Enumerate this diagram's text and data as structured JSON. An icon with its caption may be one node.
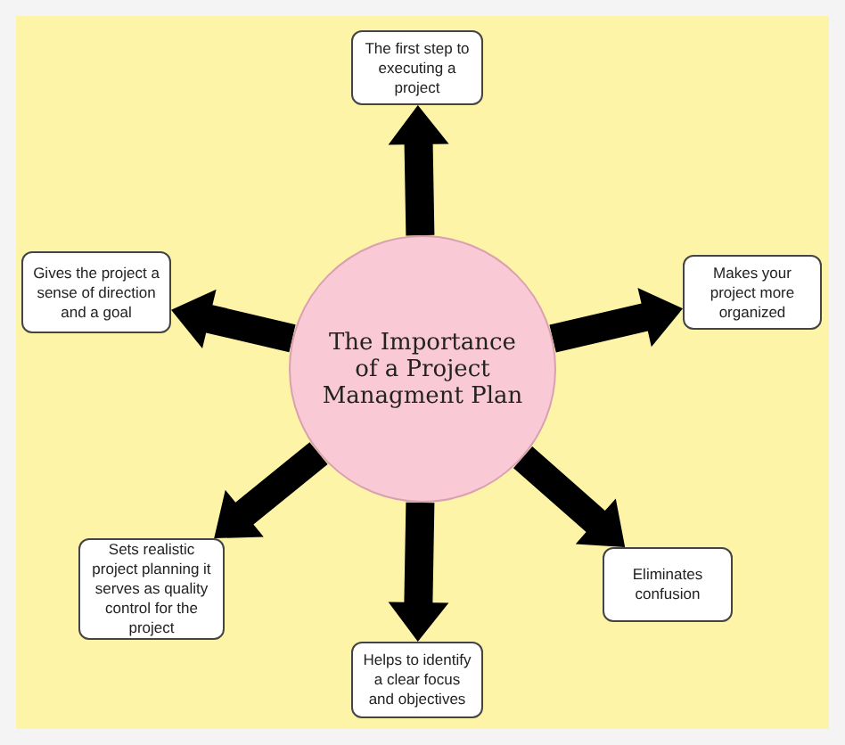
{
  "diagram": {
    "nodes": [
      {
        "text": [
          "The first step to executing a project"
        ]
      },
      {
        "text": [
          "Gives the project a sense of direction and a goal"
        ]
      },
      {
        "text": [
          "The Importance of a Project Managment Plan"
        ]
      },
      {
        "text": [
          "Makes your project more organized"
        ]
      },
      {
        "text": [
          "Sets realistic project planning it serves as quality control for the project"
        ]
      },
      {
        "text": [
          "Eliminates confusion"
        ]
      },
      {
        "text": [
          "Helps to identify a clear focus and objectives"
        ]
      }
    ],
    "edges": [
      {
        "from": 2,
        "to": 0,
        "arrow": "to",
        "style": "thick"
      },
      {
        "from": 2,
        "to": 1,
        "arrow": "to",
        "style": "thick"
      },
      {
        "from": 2,
        "to": 3,
        "arrow": "to",
        "style": "thick"
      },
      {
        "from": 2,
        "to": 4,
        "arrow": "to",
        "style": "thick"
      },
      {
        "from": 2,
        "to": 5,
        "arrow": "to",
        "style": "thick"
      },
      {
        "from": 2,
        "to": 6,
        "arrow": "to",
        "style": "thick"
      }
    ]
  }
}
